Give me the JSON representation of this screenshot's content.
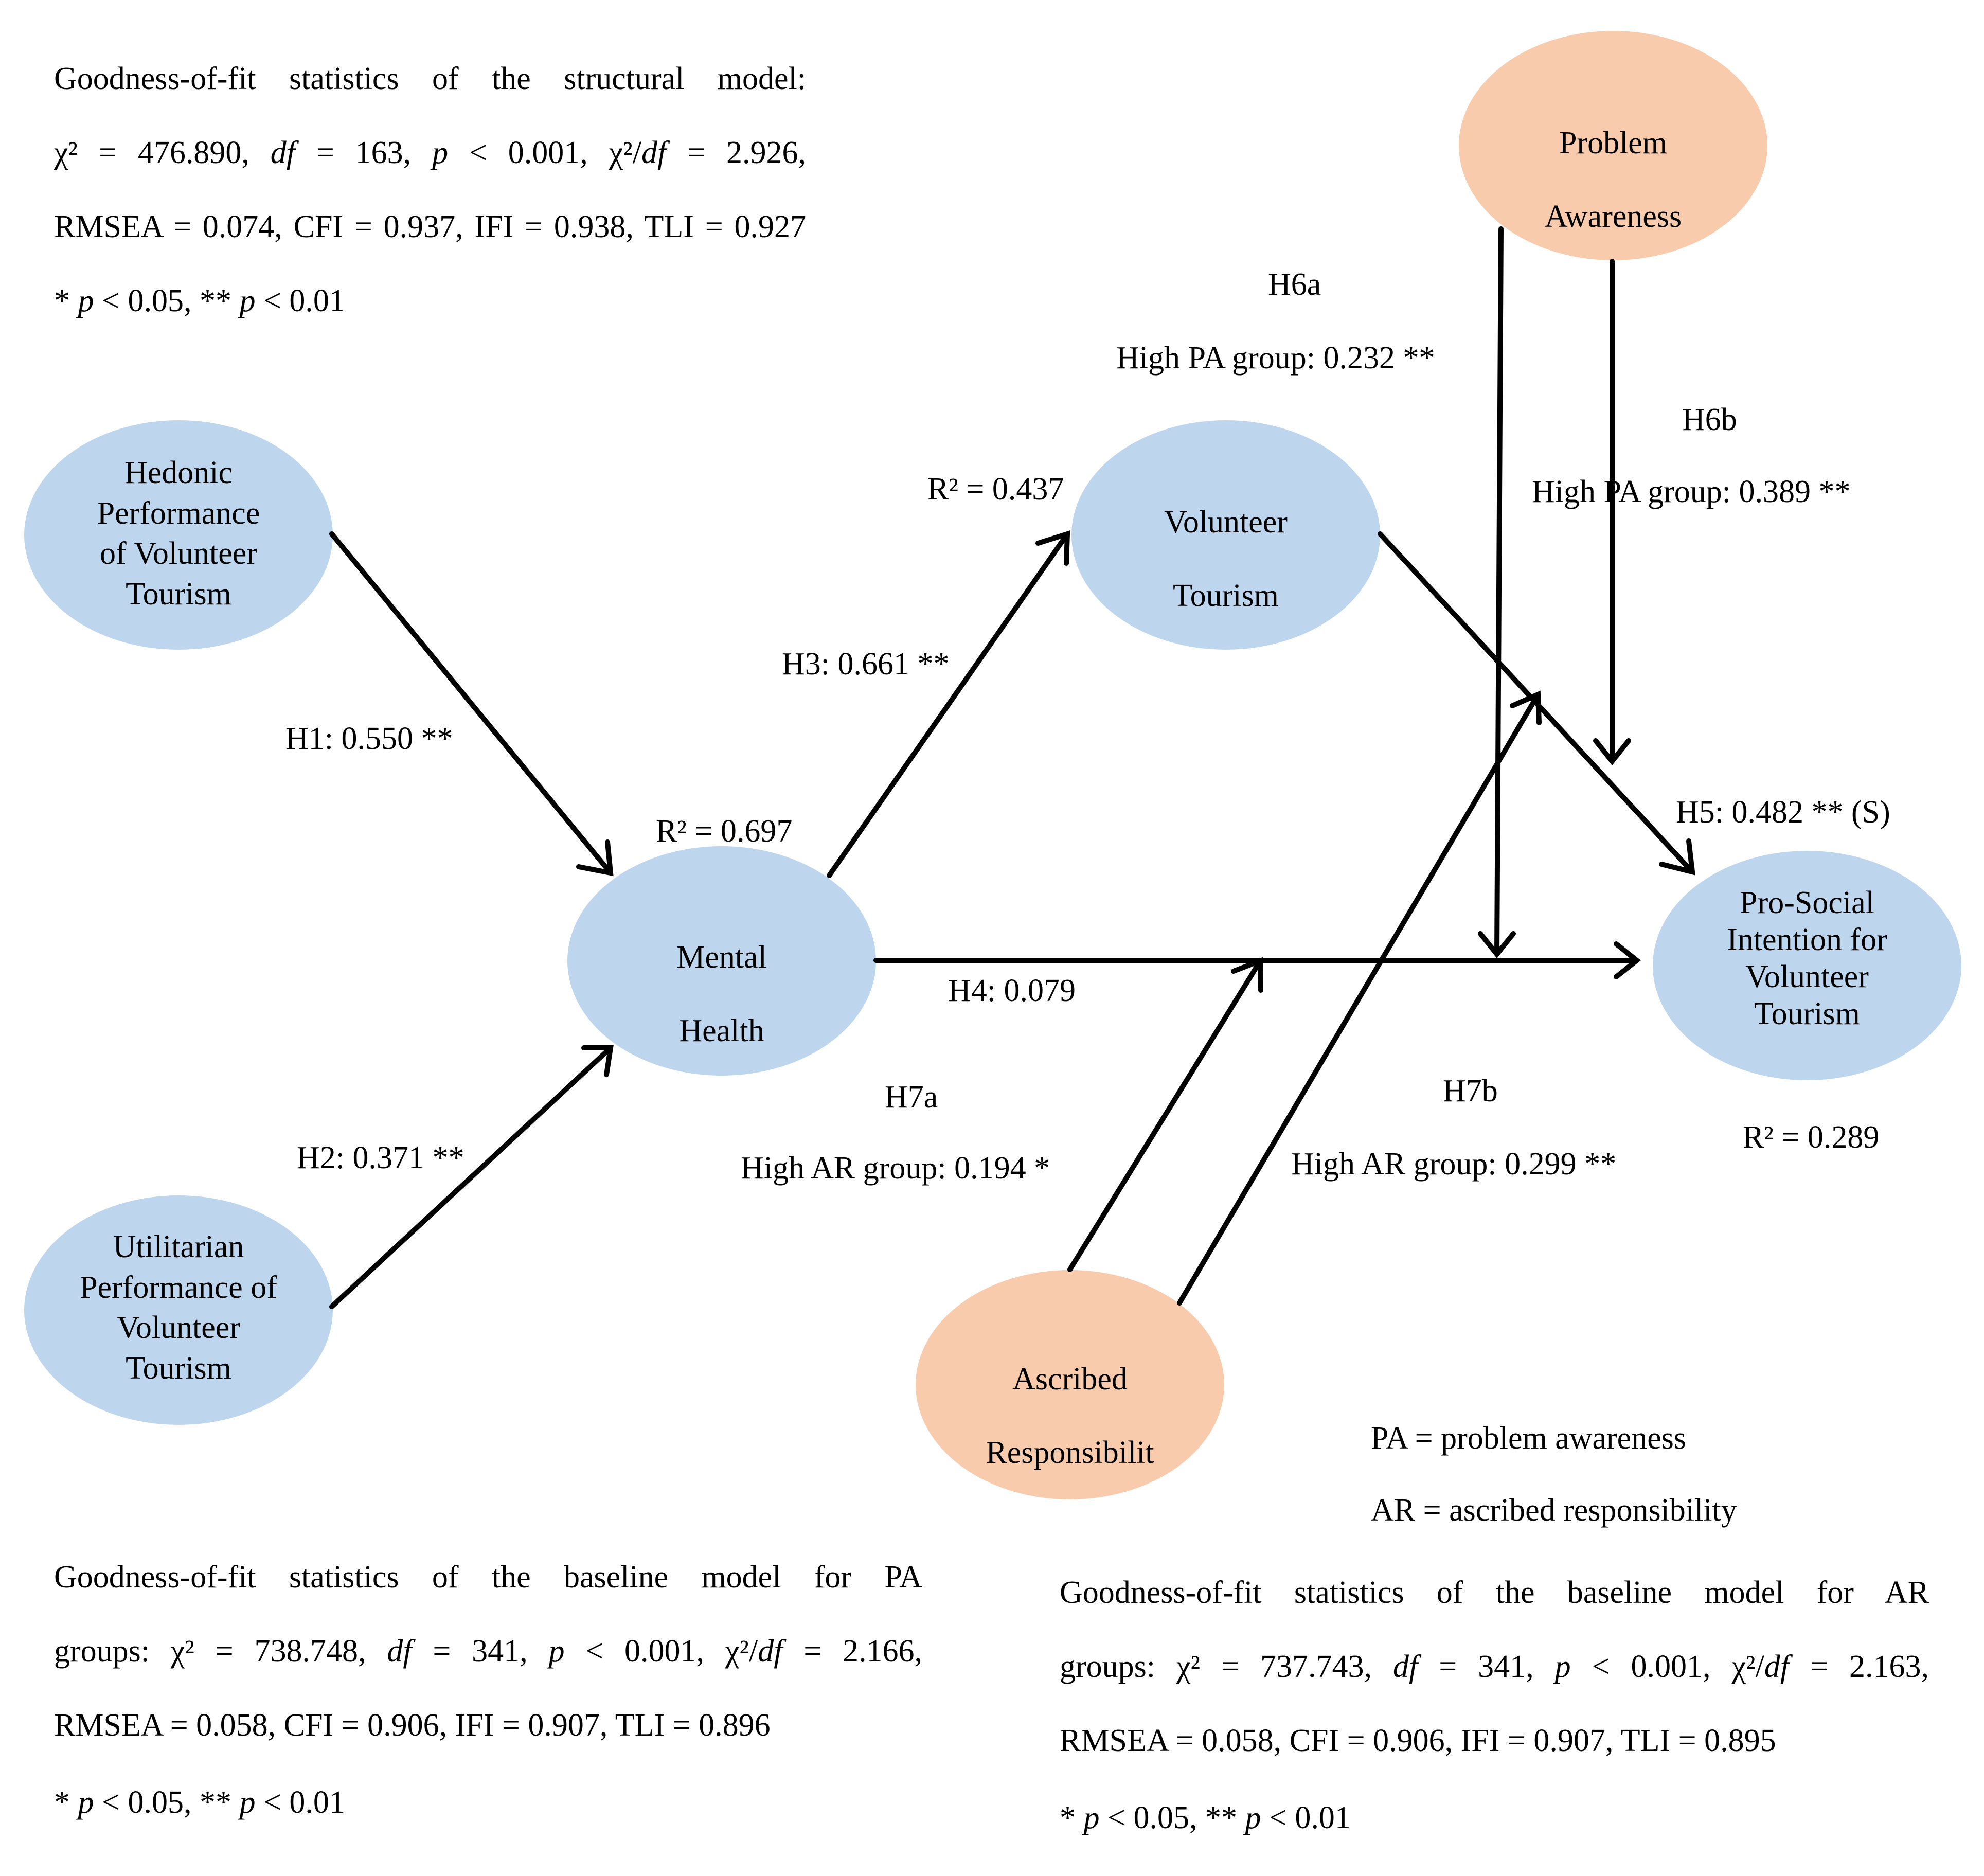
{
  "top_stats": {
    "heading": "Goodness-of-fit statistics of the structural model:",
    "line1": "χ² = 476.890, df = 163, p < 0.001, χ²/df = 2.926,",
    "line2": "RMSEA = 0.074, CFI = 0.937, IFI = 0.938, TLI = 0.927",
    "line3": "* p < 0.05, ** p < 0.01"
  },
  "nodes": {
    "hedonic": {
      "label": "Hedonic Performance of Volunteer Tourism",
      "color": "#bdd6ee"
    },
    "utilitarian": {
      "label": "Utilitarian Performance of Volunteer Tourism",
      "color": "#bdd6ee"
    },
    "mental": {
      "label": "Mental Health",
      "color": "#bdd6ee"
    },
    "volunteer": {
      "label": "Volunteer Tourism",
      "color": "#bdd6ee"
    },
    "prosocial": {
      "label": "Pro-Social Intention for Volunteer Tourism",
      "color": "#bdd6ee"
    },
    "problem": {
      "label": "Problem Awareness",
      "color": "#f8cbad"
    },
    "ascribed": {
      "label": "Ascribed Responsibilit",
      "color": "#f8cbad"
    }
  },
  "paths": {
    "h1": "H1: 0.550 **",
    "h2": "H2: 0.371 **",
    "h3": "H3: 0.661 **",
    "h4": "H4: 0.079",
    "h5": "H5: 0.482 ** (S)",
    "h6a_title": "H6a",
    "h6a_value": "High PA group: 0.232 **",
    "h6b_title": "H6b",
    "h6b_value": "High PA group: 0.389 **",
    "h7a_title": "H7a",
    "h7a_value": "High AR group: 0.194 *",
    "h7b_title": "H7b",
    "h7b_value": "High AR group: 0.299 **"
  },
  "r_squared": {
    "volunteer": "R² = 0.437",
    "mental": "R² = 0.697",
    "prosocial": "R² = 0.289"
  },
  "legend": {
    "pa": "PA = problem awareness",
    "ar": "AR = ascribed responsibility"
  },
  "pa_stats": {
    "line1": "Goodness-of-fit statistics of the baseline model for PA",
    "line2": "groups: χ² = 738.748, df = 341, p < 0.001, χ²/df = 2.166,",
    "line3": "RMSEA = 0.058, CFI = 0.906, IFI = 0.907, TLI = 0.896",
    "line4": "* p < 0.05, ** p < 0.01"
  },
  "ar_stats": {
    "line1": "Goodness-of-fit statistics of the baseline model for AR",
    "line2": "groups: χ² = 737.743, df = 341, p < 0.001, χ²/df = 2.163,",
    "line3": "RMSEA = 0.058, CFI = 0.906, IFI = 0.907, TLI = 0.895",
    "line4": "* p < 0.05, ** p < 0.01"
  }
}
